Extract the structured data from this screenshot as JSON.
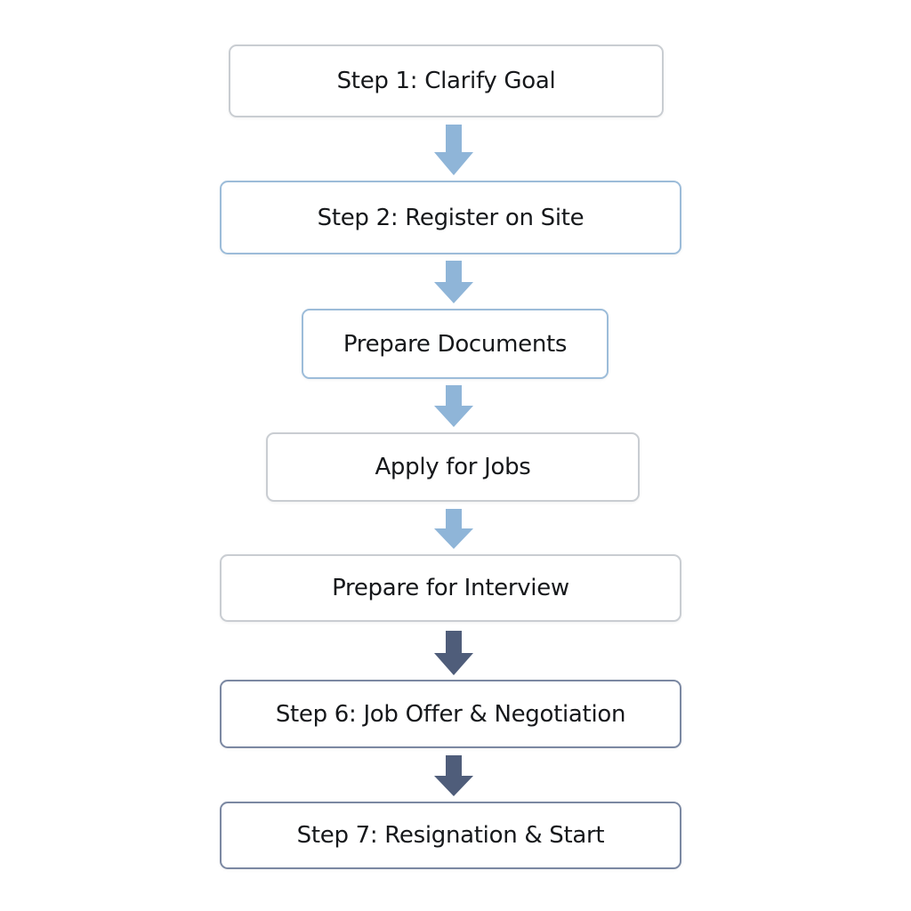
{
  "flowchart": {
    "steps": [
      {
        "label": "Step 1: Clarify Goal"
      },
      {
        "label": "Step 2: Register on Site"
      },
      {
        "label": "Prepare Documents"
      },
      {
        "label": "Apply for Jobs"
      },
      {
        "label": "Prepare for Interview"
      },
      {
        "label": "Step 6: Job Offer & Negotiation"
      },
      {
        "label": "Step 7: Resignation & Start"
      }
    ],
    "colors": {
      "arrow_light": "#8fb5d8",
      "arrow_dark": "#4f5d7a",
      "border_gray": "#c9cdd2",
      "border_blue": "#9cbcd9",
      "border_navy": "#7b88a2",
      "text": "#16181b"
    },
    "connector_icon": "down-arrow-icon"
  }
}
